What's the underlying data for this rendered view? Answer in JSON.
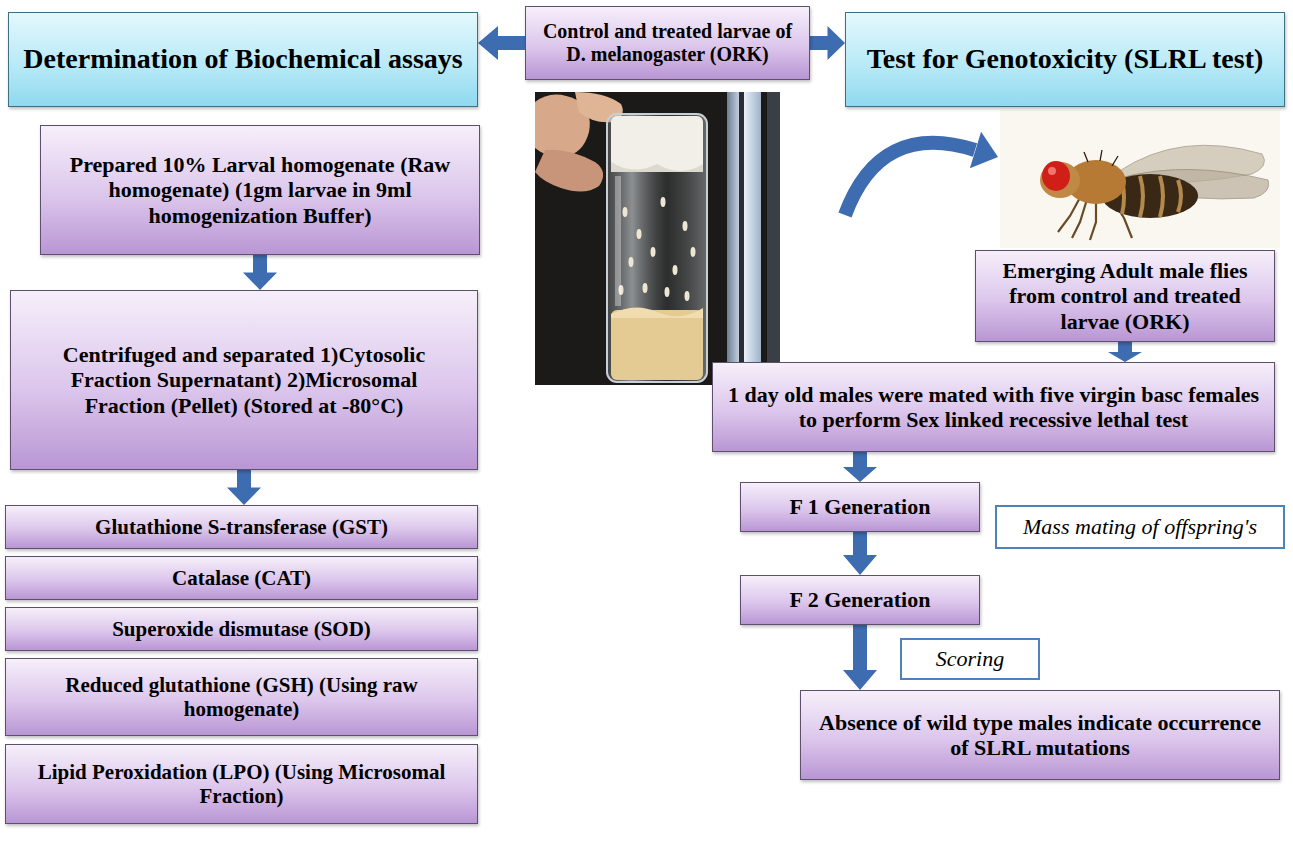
{
  "diagram": {
    "nodes": [
      {
        "text": [
          "Determination of Biochemical assays"
        ]
      },
      {
        "text": [
          "Control and treated larvae of D. melanogaster (ORK)"
        ]
      },
      {
        "text": [
          "Test for Genotoxicity (SLRL test)"
        ]
      },
      {
        "text": [
          "Prepared 10% Larval homogenate (Raw homogenate) (1gm larvae in 9ml homogenization Buffer)"
        ]
      },
      {
        "text": [
          "Centrifuged and separated 1)Cytosolic Fraction Supernatant) 2)Microsomal Fraction (Pellet) (Stored at -80°C)"
        ]
      },
      {
        "text": [
          "Glutathione S-transferase (GST)"
        ]
      },
      {
        "text": [
          "Catalase (CAT)"
        ]
      },
      {
        "text": [
          "Superoxide dismutase (SOD)"
        ]
      },
      {
        "text": [
          "Reduced glutathione (GSH) (Using raw homogenate)"
        ]
      },
      {
        "text": [
          "Lipid Peroxidation (LPO) (Using Microsomal Fraction)"
        ]
      },
      {
        "text": [
          "Emerging Adult male flies from control and treated larvae (ORK)"
        ]
      },
      {
        "text": [
          "1 day old males were mated with five virgin basc females to perform Sex linked recessive lethal test"
        ]
      },
      {
        "text": [
          "F 1 Generation"
        ]
      },
      {
        "text": [
          "Mass mating of offspring's"
        ]
      },
      {
        "text": [
          "F 2 Generation"
        ]
      },
      {
        "text": [
          "Scoring"
        ]
      },
      {
        "text": [
          "Absence of wild type males indicate occurrence of SLRL mutations"
        ]
      }
    ],
    "edges": [
      {
        "from": 1,
        "to": 0,
        "arrow": "to"
      },
      {
        "from": 1,
        "to": 2,
        "arrow": "to"
      },
      {
        "from": 3,
        "to": 4,
        "arrow": "to"
      },
      {
        "from": 4,
        "to": 5,
        "arrow": "to"
      },
      {
        "from": 10,
        "to": 11,
        "arrow": "to"
      },
      {
        "from": 11,
        "to": 12,
        "arrow": "to"
      },
      {
        "from": 12,
        "to": 14,
        "arrow": "to"
      },
      {
        "from": 14,
        "to": 16,
        "arrow": "to"
      }
    ]
  }
}
